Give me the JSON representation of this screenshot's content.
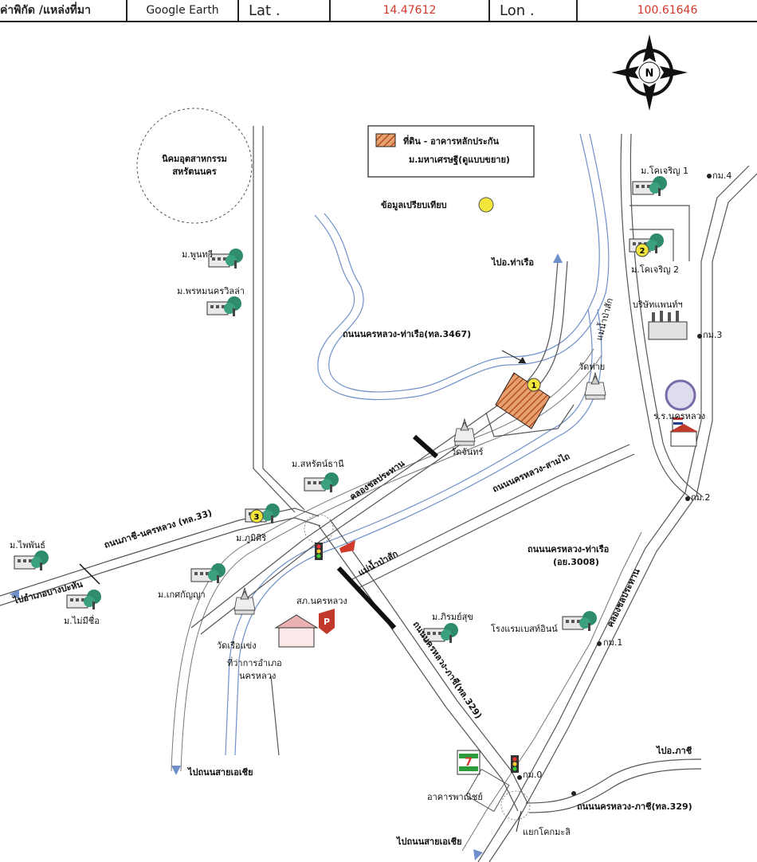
{
  "header": {
    "source_label": "ค่าพิกัด /แหล่งที่มา",
    "source_value": "Google Earth",
    "lat_label": "Lat .",
    "lat_value": "14.47612",
    "lon_label": "Lon .",
    "lon_value": "100.61646"
  },
  "compass_letter": "N",
  "legend": {
    "property_line1": "ที่ดิน - อาคารหลักประกัน",
    "property_line2": "ม.มหาเศรษฐี(ดูแบบขยาย)",
    "comparable_label": "ข้อมูลเปรียบเทียบ"
  },
  "colors": {
    "accent_red": "#d0392b",
    "river": "#6f8fc9",
    "marker": "#f5e63c",
    "property": "#c8693a"
  },
  "labels": {
    "industrial_estate_1": "นิคมอุตสาหกรรม",
    "industrial_estate_2": "สหรัตนนคร",
    "puthri": "ม.พูนทวี",
    "phonnakhon": "ม.พรหมนครวิลล่า",
    "to_tharuea": "ไปอ.ท่าเรือ",
    "road_3467": "ถนนนครหลวง-ท่าเรือ(ทล.3467)",
    "river_pasak_1": "แม่น้ำป่าสัก",
    "wat_thai": "วัดท่าย",
    "wat_chan": "วัดจันทร์",
    "sahrat_thani": "ม.สหรัตน์ธานี",
    "khlong_prachathan": "คลองชลประทาน",
    "road_samtai": "ถนนนครหลวง-สามไถ",
    "road_33": "ถนนภาชี-นครหลวง (ทล.33)",
    "phaiphan": "ม.ไพพันธ์",
    "to_bangpahan": "ไปอำเภอบางปะหัน",
    "mai_mi_chue": "ม.ไม่มีชื่อ",
    "phumsiri": "ม.ภูมิศิริ",
    "ket_kanya": "ม.เกศกัญญา",
    "river_pasak_2": "แม่น้ำป่าสัก",
    "wat_rueang": "วัดเรือแข่ง",
    "police": "สภ.นครหลวง",
    "district_office_1": "ที่ว่าการอำเภอ",
    "district_office_2": "นครหลวง",
    "to_asia_1": "ไปถนนสายเอเชีย",
    "road_329_vertical": "ถนนนครหลวง-ภาชี(ทล.329)",
    "ma_rom": "ม.ภิรมย์สุข",
    "hotel": "โรงแรมเบสท์อินน์",
    "road_3008_1": "ถนนนครหลวง-ท่าเรือ",
    "road_3008_2": "(อย.3008)",
    "khlong_2": "คลองชลประทาน",
    "km1": "กม.1",
    "km0": "กม.0",
    "km2": "กม.2",
    "km3": "กม.3",
    "km4": "กม.4",
    "khocharoen1": "ม.โคเจริญ 1",
    "khocharoen2": "ม.โคเจริญ 2",
    "company": "บริษัทแพนท์ฯ",
    "school": "ร.ร.นครหลวง",
    "to_phachi": "ไปอ.ภาชี",
    "road_329_h": "ถนนนครหลวง-ภาชี(ทล.329)",
    "commercial": "อาคารพาณิชย์",
    "intersection": "แยกโคกมะลิ",
    "to_asia_2": "ไปถนนสายเอเชีย",
    "parking_letter": "P",
    "seven_eleven": "7"
  },
  "markers": {
    "m1": "1",
    "m2": "2",
    "m3": "3"
  }
}
